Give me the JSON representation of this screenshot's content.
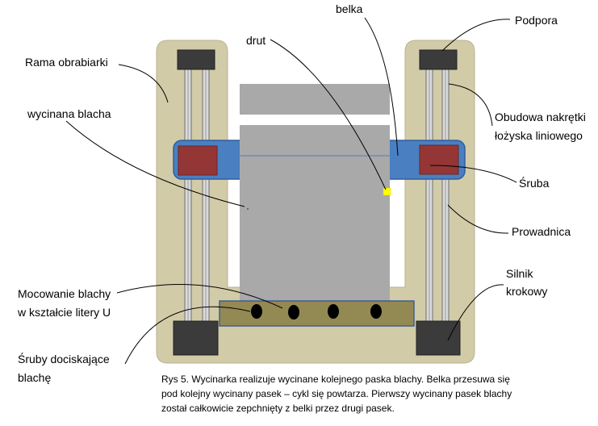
{
  "labels": {
    "belka": "belka",
    "podpora": "Podpora",
    "drut": "drut",
    "rama_obrabiarki": "Rama obrabiarki",
    "wycinana_blacha": "wycinana blacha",
    "obudowa_line1": "Obudowa nakrętki",
    "obudowa_line2": "łożyska liniowego",
    "sruba": "Śruba",
    "prowadnica": "Prowadnica",
    "silnik_line1": "Silnik",
    "silnik_line2": "krokowy",
    "mocowanie_line1": "Mocowanie blachy",
    "mocowanie_line2": "w kształcie litery U",
    "sruby_line1": "Śruby dociskające",
    "sruby_line2": "blachę"
  },
  "caption": {
    "line1": "Rys 5. Wycinarka realizuje wycinane kolejnego paska blachy. Belka przesuwa się",
    "line2": "pod kolejny wycinany pasek – cykl się powtarza. Pierwszy wycinany pasek blachy",
    "line3": "został całkowicie zepchnięty z belki przez drugi pasek."
  },
  "colors": {
    "frame": "#d2cba8",
    "frame_stroke": "#b9b28f",
    "block": "#3b3b3b",
    "rail": "#9a9a9a",
    "beam": "#4a7fc1",
    "nut": "#943636",
    "sheet": "#a9a9a9",
    "wire": "#ffff00",
    "clamp": "#938953",
    "bolt": "#000000"
  }
}
